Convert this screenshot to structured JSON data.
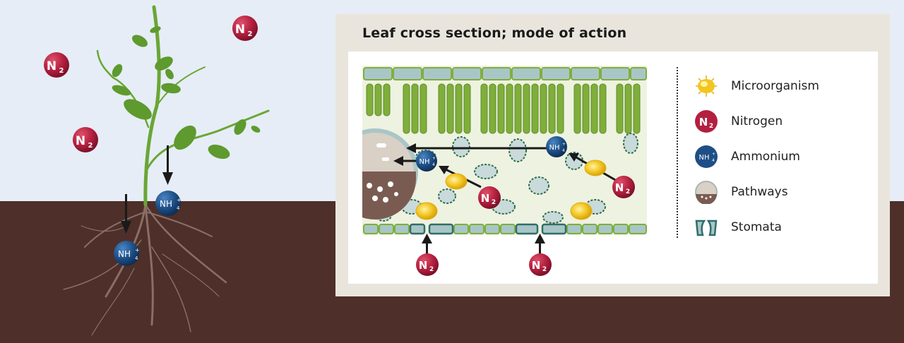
{
  "panel": {
    "title": "Leaf cross section; mode of action"
  },
  "legend": {
    "items": [
      {
        "icon": "microorganism-icon",
        "label": "Microorganism"
      },
      {
        "icon": "nitrogen-icon",
        "label": "Nitrogen"
      },
      {
        "icon": "ammonium-icon",
        "label": "Ammonium"
      },
      {
        "icon": "pathways-icon",
        "label": "Pathways"
      },
      {
        "icon": "stomata-icon",
        "label": "Stomata"
      }
    ]
  },
  "molecules": {
    "nitrogen": {
      "label": "N",
      "subscript": "2"
    },
    "ammonium": {
      "label": "NH",
      "subscript": "4",
      "superscript": "+"
    }
  },
  "colors": {
    "sky": "#e6edf6",
    "soil": "#4e2f29",
    "panel_bg": "#e9e5dd",
    "nitrogen": "#b3203f",
    "ammonium": "#1d4f86",
    "plant_green": "#5e9a2e",
    "microorganism": "#f2c521",
    "root": "#8a6f66"
  }
}
